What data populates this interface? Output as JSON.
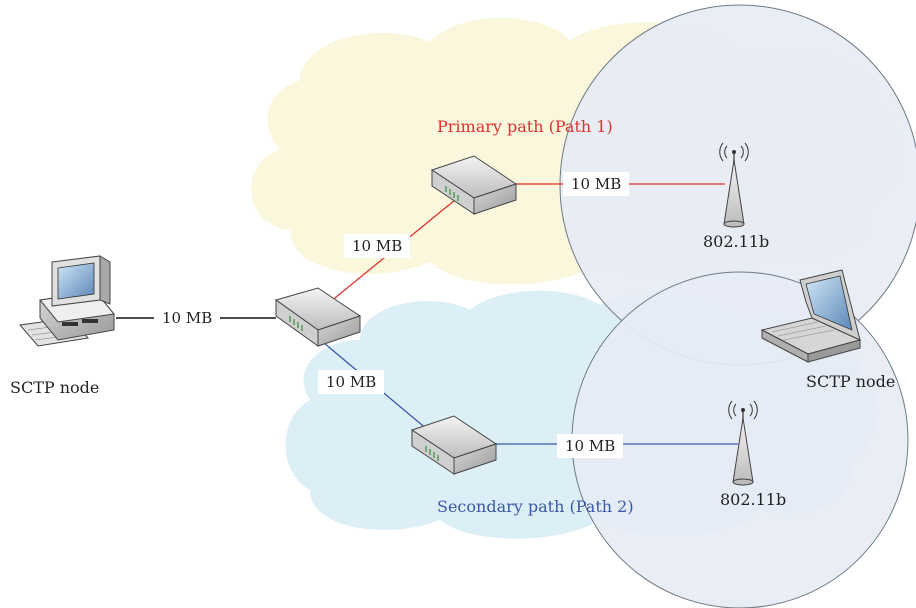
{
  "diagram": {
    "path_labels": {
      "primary": "Primary path (Path 1)",
      "secondary": "Secondary path (Path 2)"
    },
    "nodes": {
      "left_node": "SCTP node",
      "right_node": "SCTP node",
      "ap_top": "802.11b",
      "ap_bottom": "802.11b"
    },
    "links": {
      "host_to_router": "10 MB",
      "router_to_top": "10 MB",
      "router_to_bottom": "10 MB",
      "top_to_ap": "10 MB",
      "bottom_to_ap": "10 MB"
    },
    "colors": {
      "primary": "#e03030",
      "secondary": "#3a58a8",
      "cloud_top": "#fbf7dc",
      "cloud_bottom": "#dceef6",
      "wifi_zone": "#e6ecf5"
    }
  }
}
